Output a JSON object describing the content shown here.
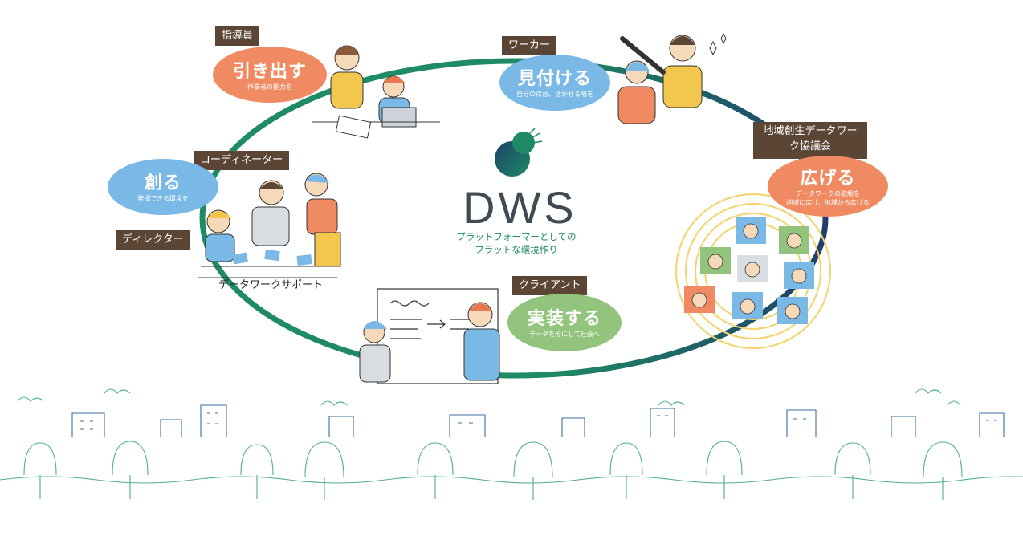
{
  "logo": {
    "brand": "DWS",
    "tagline_1": "プラットフォーマーとしての",
    "tagline_2": "フラットな環境作り"
  },
  "roles": {
    "shidouin": "指導員",
    "worker": "ワーカー",
    "coordinator": "コーディネーター",
    "director": "ディレクター",
    "client": "クライアント",
    "council": "地域創生データワーク協議会"
  },
  "bubbles": {
    "hikidasu": {
      "main": "引き出す",
      "sub": "作業者の能力を",
      "color": "#ef8a63"
    },
    "mitsukeru": {
      "main": "見付ける",
      "sub": "自分の得意、活かせる場を",
      "color": "#7ab8e6"
    },
    "tsukuru": {
      "main": "創る",
      "sub": "発揮できる環境を",
      "color": "#7ab8e6"
    },
    "hirogeru": {
      "main": "広げる",
      "sub_1": "データワークの取組を",
      "sub_2": "地域に広げ、地域から広げる",
      "color": "#ef8a63"
    },
    "jissou": {
      "main": "実装する",
      "sub": "データを形にして社会へ",
      "color": "#93c47d"
    }
  },
  "support_label": "データワークサポート",
  "colors": {
    "ring_green": "#1e8b64",
    "ring_navy": "#1f3f68",
    "tag_brown": "#5b4636",
    "city_green": "#4fae8c",
    "city_blue": "#3d6ea0"
  }
}
